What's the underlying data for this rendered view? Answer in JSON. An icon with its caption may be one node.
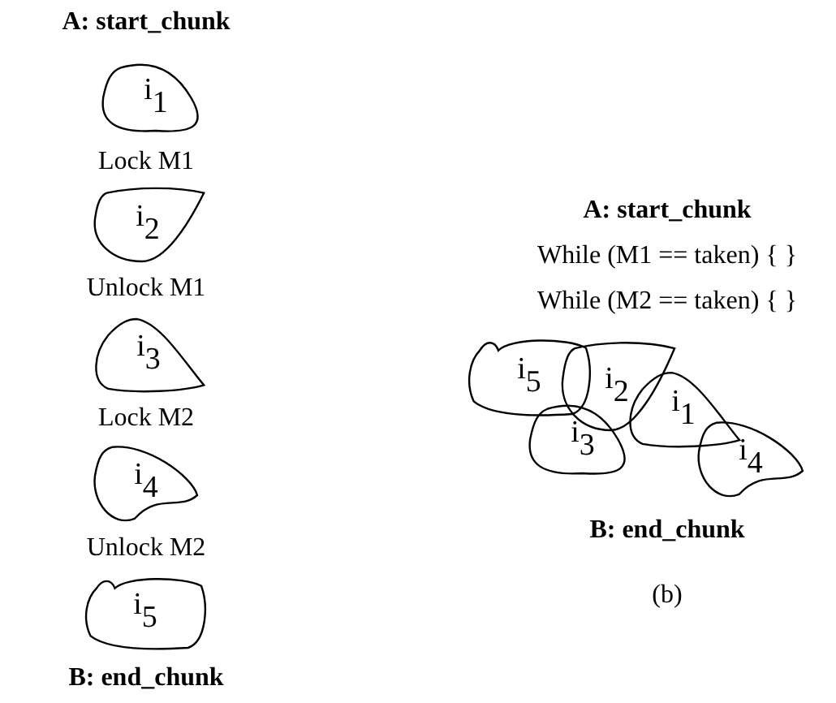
{
  "diagram": {
    "nodes": [
      {
        "text": [
          "i$_{1}$"
        ]
      },
      {
        "text": [
          "i$_{2}$"
        ]
      },
      {
        "text": [
          "i$_{3}$"
        ]
      },
      {
        "text": [
          "i$_{4}$"
        ]
      },
      {
        "text": [
          "i$_{5}$"
        ]
      },
      {
        "text": [
          "i$_{5}$"
        ]
      },
      {
        "text": [
          "i$_{2}$"
        ]
      },
      {
        "text": [
          "i$_{1}$"
        ]
      },
      {
        "text": [
          "i$_{3}$"
        ]
      },
      {
        "text": [
          "i$_{4}$"
        ]
      }
    ],
    "labels": [
      "A: start_chunk",
      "Lock M1",
      "Unlock M1",
      "Lock M2",
      "Unlock M2",
      "B: end_chunk",
      "A: start_chunk",
      "While (M1 == taken) { }",
      "While (M2 == taken) { }",
      "B: end_chunk",
      "(b)"
    ]
  }
}
